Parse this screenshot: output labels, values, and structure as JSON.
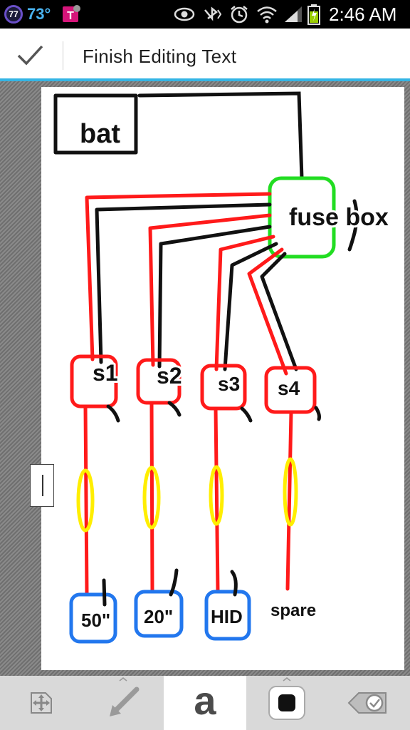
{
  "status_bar": {
    "notification_count": "77",
    "temperature": "73°",
    "time": "2:46 AM",
    "icons": [
      "t-mobile-icon",
      "eye-icon",
      "bluetooth-icon",
      "alarm-icon",
      "wifi-icon",
      "signal-icon",
      "battery-icon"
    ]
  },
  "action_bar": {
    "title": "Finish Editing Text",
    "done_icon": "check-icon"
  },
  "drawing": {
    "labels": {
      "battery": "bat",
      "fuse_box": "fuse box",
      "switch_1": "s1",
      "switch_2": "s2",
      "switch_3": "s3",
      "switch_4": "s4",
      "load_1": "50\"",
      "load_2": "20\"",
      "load_3": "HID",
      "load_4": "spare"
    },
    "colors": {
      "positive_wire": "#ff1a1a",
      "ground_wire": "#111111",
      "fuse_box_outline": "#22dd22",
      "inline_fuse": "#ffee00",
      "load_outline": "#2277ee"
    }
  },
  "toolbar": {
    "tools": [
      {
        "name": "move-tool",
        "icon": "move-arrows-icon"
      },
      {
        "name": "pen-tool",
        "icon": "pen-icon"
      },
      {
        "name": "text-tool",
        "icon": "text-a-icon",
        "glyph": "a",
        "selected": true
      },
      {
        "name": "shape-tool",
        "icon": "shape-icon"
      },
      {
        "name": "eraser-tool",
        "icon": "eraser-icon"
      }
    ]
  }
}
